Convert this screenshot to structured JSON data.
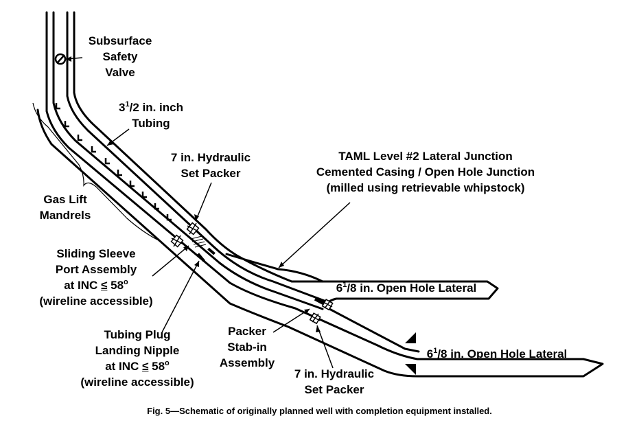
{
  "labels": {
    "ssv": [
      "Subsurface",
      "Safety",
      "Valve"
    ],
    "tubing": {
      "pre": "3",
      "sup": "1",
      "post": "/2 in. inch",
      "line2": "Tubing"
    },
    "packer_upper": [
      "7 in. Hydraulic",
      "Set Packer"
    ],
    "taml": [
      "TAML Level #2 Lateral Junction",
      "Cemented Casing / Open Hole Junction",
      "(milled using retrievable whipstock)"
    ],
    "gas_lift": [
      "Gas Lift",
      "Mandrels"
    ],
    "sliding_sleeve": [
      "Sliding Sleeve",
      "Port Assembly",
      "at INC ",
      "≤",
      " 58",
      "o",
      "(wireline accessible)"
    ],
    "tubing_plug": [
      "Tubing Plug",
      "Landing Nipple",
      "at INC ",
      "≤",
      " 58",
      "o",
      "(wireline accessible)"
    ],
    "stab_in": [
      "Packer",
      "Stab-in",
      "Assembly"
    ],
    "packer_lower": [
      "7 in. Hydraulic",
      "Set Packer"
    ],
    "lateral_upper": {
      "pre": "6",
      "sup": "1",
      "mid": "/8",
      "post": " in. Open Hole Lateral"
    },
    "lateral_lower": {
      "pre": "6",
      "sup": "1",
      "mid": "/8",
      "post": " in. Open Hole Lateral"
    }
  },
  "caption": "Fig. 5—Schematic of originally planned well with completion equipment installed."
}
